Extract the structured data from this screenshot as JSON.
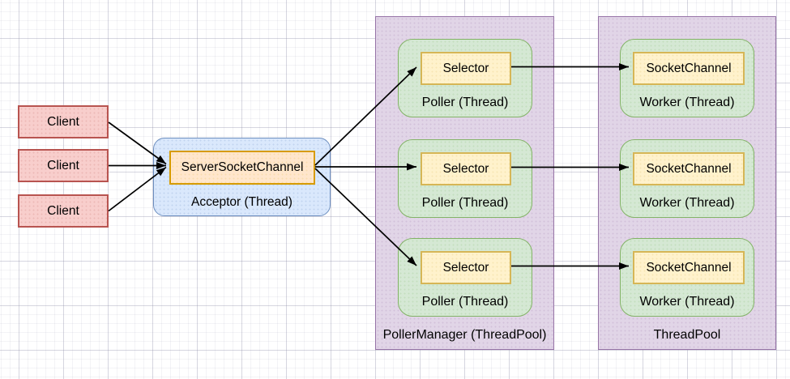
{
  "diagram": {
    "clients": [
      "Client",
      "Client",
      "Client"
    ],
    "acceptor": {
      "channel": "ServerSocketChannel",
      "label": "Acceptor (Thread)"
    },
    "poller_manager": {
      "label": "PollerManager (ThreadPool)",
      "pollers": [
        {
          "selector": "Selector",
          "label": "Poller (Thread)"
        },
        {
          "selector": "Selector",
          "label": "Poller (Thread)"
        },
        {
          "selector": "Selector",
          "label": "Poller (Thread)"
        }
      ]
    },
    "thread_pool": {
      "label": "ThreadPool",
      "workers": [
        {
          "channel": "SocketChannel",
          "label": "Worker (Thread)"
        },
        {
          "channel": "SocketChannel",
          "label": "Worker (Thread)"
        },
        {
          "channel": "SocketChannel",
          "label": "Worker (Thread)"
        }
      ]
    },
    "colors": {
      "client_fill": "#f8cecc",
      "client_stroke": "#b85450",
      "acceptor_fill": "#dae8fc",
      "acceptor_stroke": "#6c8ebf",
      "channel_fill": "#ffe6cc",
      "channel_stroke": "#d79b00",
      "selector_fill": "#fff2cc",
      "selector_stroke": "#d6b656",
      "thread_fill": "#d5e8d4",
      "thread_stroke": "#82b366",
      "pool_fill": "#e1d5e7",
      "pool_stroke": "#9673a6",
      "arrow": "#000000"
    }
  }
}
